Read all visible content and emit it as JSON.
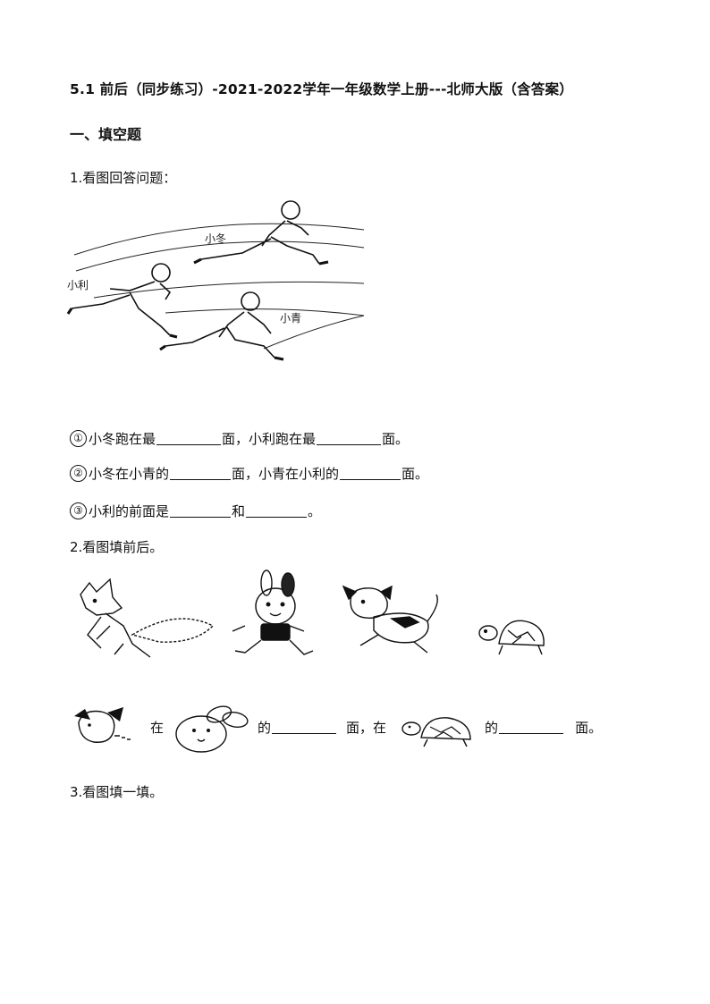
{
  "title": "5.1  前后（同步练习）-2021-2022学年一年级数学上册---北师大版（含答案）",
  "section_heading": "一、填空题",
  "q1": {
    "prompt": "1.看图回答问题：",
    "figure_labels": {
      "xiaodong": "小冬",
      "xiaoli": "小利",
      "xiaoqing": "小青"
    },
    "items": [
      {
        "num": "①",
        "parts": [
          "小冬跑在最",
          "面，小利跑在最",
          "面。"
        ]
      },
      {
        "num": "②",
        "parts": [
          "小冬在小青的",
          "面，小青在小利的",
          "面。"
        ]
      },
      {
        "num": "③",
        "parts": [
          "小利的前面是",
          "和",
          "。"
        ]
      }
    ]
  },
  "q2": {
    "prompt": "2.看图填前后。",
    "sentence": {
      "p1": "在",
      "p2": "的",
      "p3": "面，在",
      "p4": "的",
      "p5": "面。"
    }
  },
  "q3": {
    "prompt": "3.看图填一填。"
  }
}
